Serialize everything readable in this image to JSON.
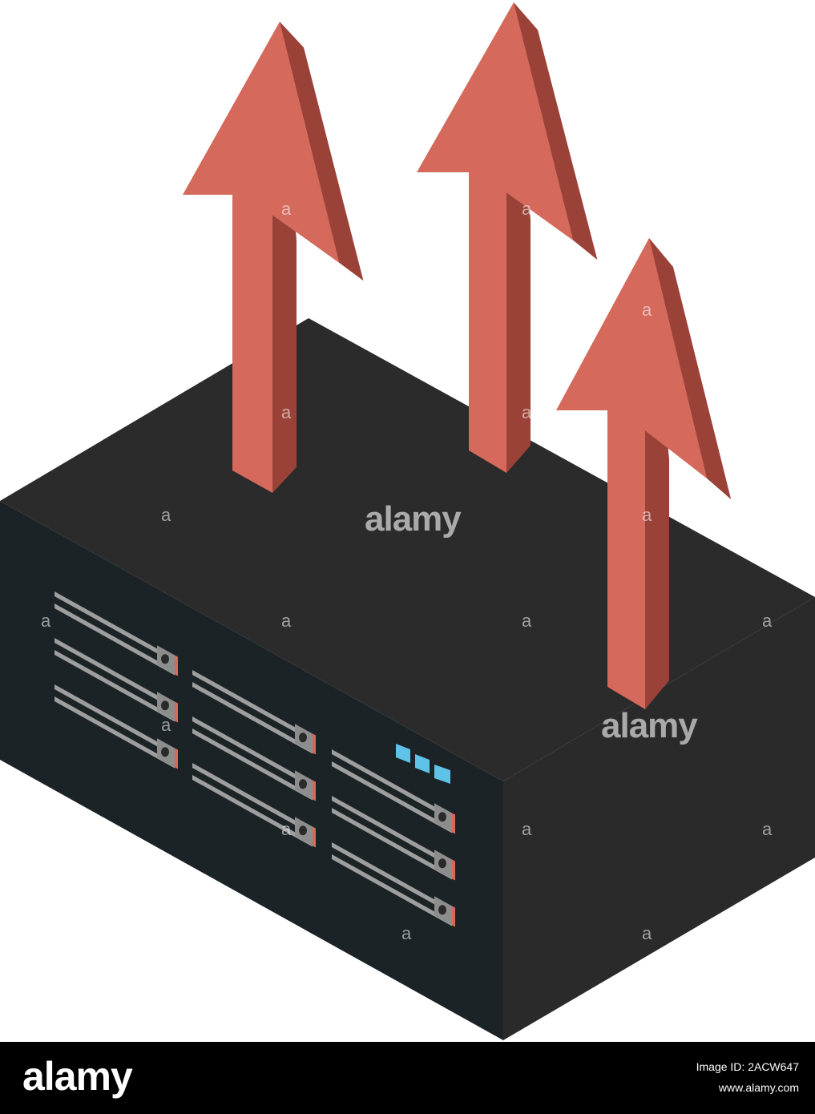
{
  "watermark": {
    "letter": "a",
    "word": "alamy"
  },
  "footer": {
    "logo": "alamy",
    "image_id": "Image ID: 2ACW647",
    "url": "www.alamy.com"
  },
  "colors": {
    "arrow_front": "#d4695c",
    "arrow_side": "#9b4238",
    "box_top": "#2b2b2c",
    "box_front": "#1b2327",
    "box_right": "#2a2a2b",
    "drive_bar": "#9e9e9e",
    "drive_led": "#d4695c",
    "status_light": "#5fc3e8"
  }
}
